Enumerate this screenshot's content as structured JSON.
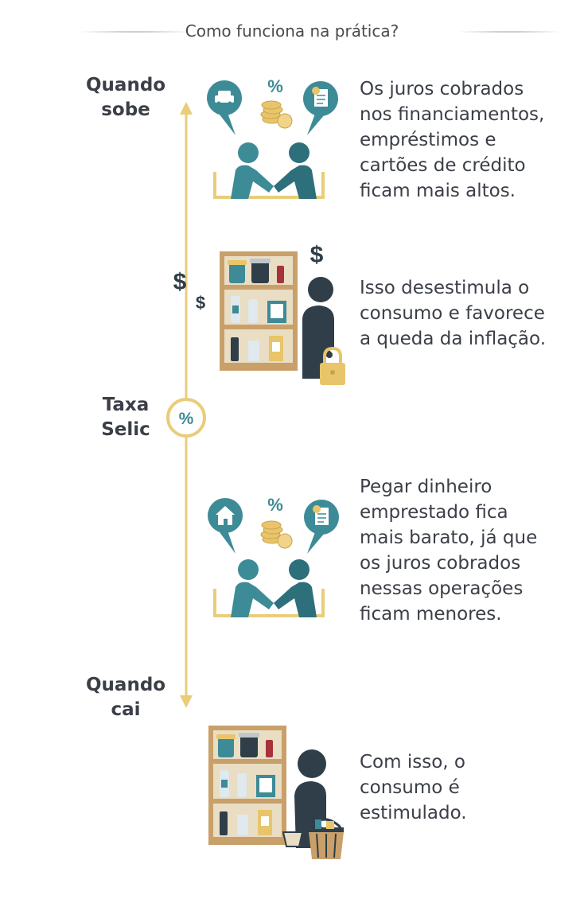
{
  "header": {
    "title": "Como funciona na prática?"
  },
  "axis": {
    "top_label": "Quando\nsobe",
    "middle_label": "Taxa\nSelic",
    "bottom_label": "Quando\ncai",
    "percent_symbol": "%"
  },
  "panels": [
    {
      "text": "Os juros cobrados\nnos financiamentos,\nempréstimos e\ncartões de crédito\nficam mais altos."
    },
    {
      "text": "Isso desestimula o\nconsumo e favorece\na queda da inflação."
    },
    {
      "text": "Pegar dinheiro\nemprestado fica\nmais barato, já que\nos juros cobrados\nnessas operações\nficam menores."
    },
    {
      "text": "Com isso, o\nconsumo é\nestimulado."
    }
  ],
  "symbols": {
    "percent": "%",
    "dollar": "$"
  },
  "colors": {
    "gold": "#e9cd7a",
    "teal": "#3d8b97",
    "dark_teal": "#2e6f7c",
    "navy": "#2f3e48",
    "wood": "#c9a06a",
    "coin": "#e8c56b"
  }
}
